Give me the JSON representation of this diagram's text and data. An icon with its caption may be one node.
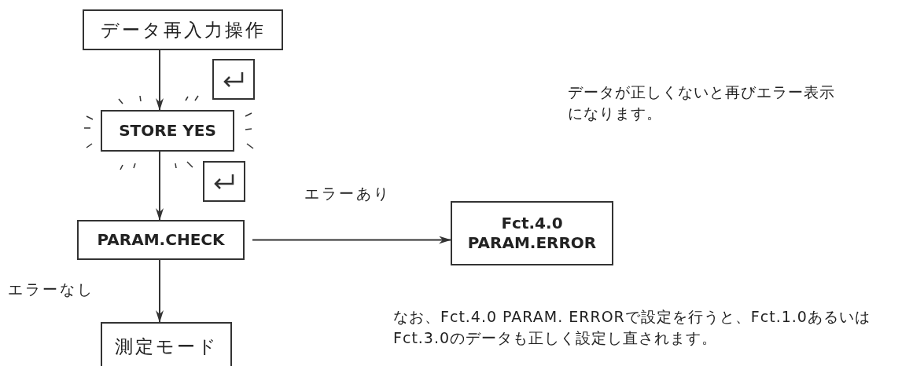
{
  "diagram": {
    "nodes": [
      {
        "text": [
          "データ再入力操作"
        ]
      },
      {
        "text": [
          "STORE YES"
        ]
      },
      {
        "text": [
          "PARAM.CHECK"
        ]
      },
      {
        "text": [
          "Fct.4.0",
          "PARAM.ERROR"
        ]
      },
      {
        "text": [
          "測定モード"
        ]
      }
    ],
    "edges": [
      {
        "from": 0,
        "to": 1,
        "arrow": "to"
      },
      {
        "from": 1,
        "to": 2,
        "arrow": "to"
      },
      {
        "from": 2,
        "to": 3,
        "arrow": "to",
        "label": "エラーあり"
      },
      {
        "from": 2,
        "to": 4,
        "arrow": "to",
        "label": "エラーなし"
      }
    ],
    "labels": [
      "データが正しくないと再びエラー表示になります。",
      "なお、Fct.4.0 PARAM. ERRORで設定を行うと、Fct.1.0あるいはFct.3.0のデータも正しく設定し直されます。"
    ]
  }
}
